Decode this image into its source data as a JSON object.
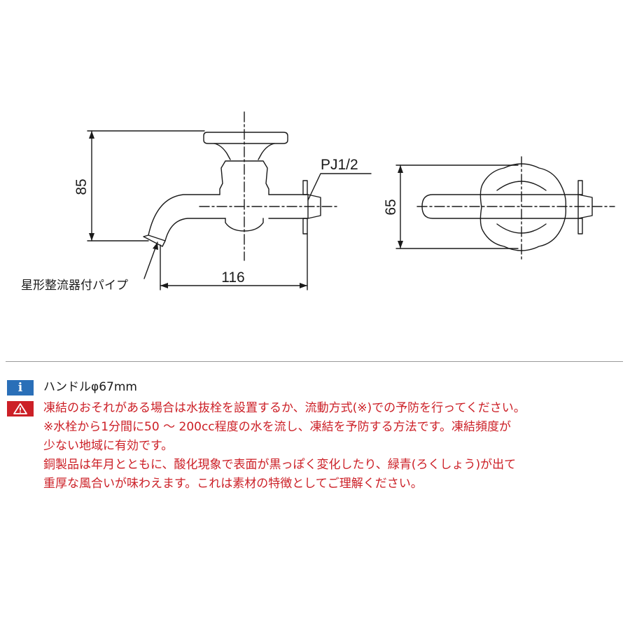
{
  "drawing": {
    "dim_height": "85",
    "dim_length": "116",
    "dim_width": "65",
    "thread_label": "PJ1/2",
    "spout_label": "星形整流器付パイプ"
  },
  "notes": {
    "info_icon": "i",
    "info_icon_name": "info-icon",
    "info_text": "ハンドルφ67mm",
    "warning_icon_name": "warning-triangle-icon",
    "warning_lines": [
      "凍結のおそれがある場合は水抜栓を設置するか、流動方式(※)での予防を行ってください。",
      "※水栓から1分間に50 ～ 200cc程度の水を流し、凍結を予防する方法です。凍結頻度が",
      "少ない地域に有効です。",
      "銅製品は年月とともに、酸化現象で表面が黒っぽく変化したり、緑青(ろくしょう)が出て",
      "重厚な風合いが味わえます。これは素材の特徴としてご理解ください。"
    ],
    "info_color": "#2a6fb8",
    "warning_color": "#cc2027"
  }
}
